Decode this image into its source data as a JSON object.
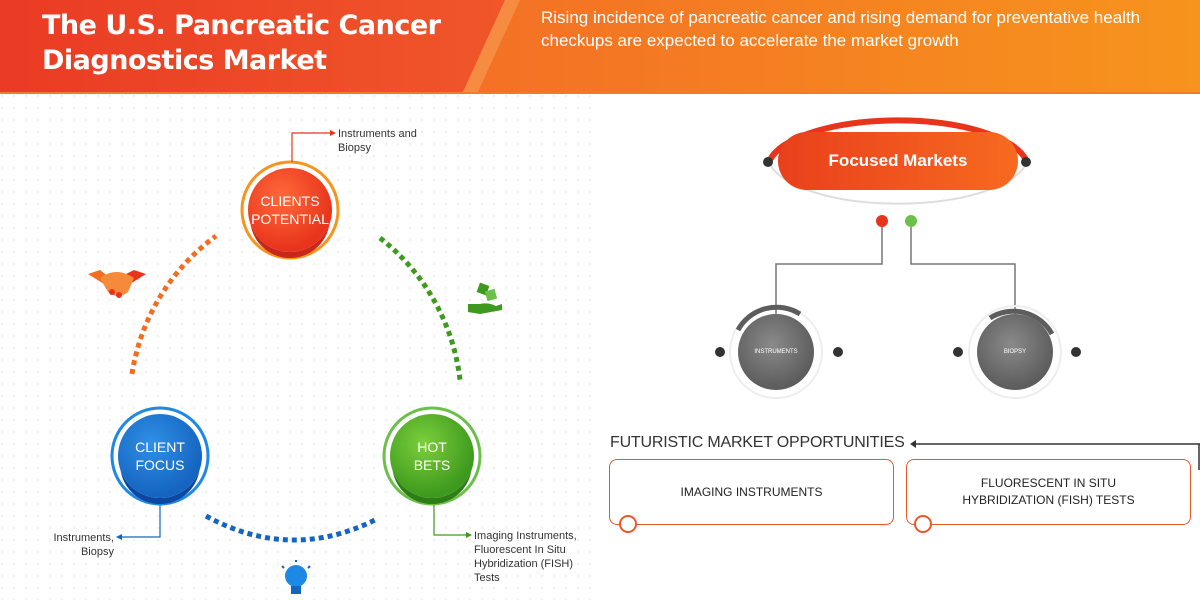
{
  "header": {
    "title": "The U.S. Pancreatic Cancer Diagnostics Market",
    "tagline": "Rising incidence of pancreatic cancer and rising demand for preventative health checkups are expected to accelerate the market growth"
  },
  "cycle": {
    "clients_potential": {
      "label_line1": "CLIENTS",
      "label_line2": "POTENTIAL",
      "annotation_line1": "Instruments and",
      "annotation_line2": "Biopsy"
    },
    "client_focus": {
      "label_line1": "CLIENT",
      "label_line2": "FOCUS",
      "annotation_line1": "Instruments,",
      "annotation_line2": "Biopsy"
    },
    "hot_bets": {
      "label_line1": "HOT",
      "label_line2": "BETS",
      "annotation_line1": "Imaging Instruments,",
      "annotation_line2": "Fluorescent In Situ",
      "annotation_line3": "Hybridization (FISH)",
      "annotation_line4": "Tests"
    }
  },
  "focused_markets": {
    "title": "Focused Markets",
    "items": [
      "INSTRUMENTS",
      "BIOPSY"
    ]
  },
  "opportunities": {
    "title": "FUTURISTIC MARKET OPPORTUNITIES",
    "items": [
      {
        "line1": "IMAGING INSTRUMENTS",
        "line2": ""
      },
      {
        "line1": "FLUORESCENT IN SITU",
        "line2": "HYBRIDIZATION (FISH) TESTS"
      }
    ]
  },
  "colors": {
    "red": "#e8341c",
    "orange": "#f7941d",
    "blue": "#1565c0",
    "green": "#3e9a1e",
    "gray": "#5d5d5d"
  },
  "icons": [
    "handshake-icon",
    "money-hand-icon",
    "lightbulb-icon"
  ]
}
